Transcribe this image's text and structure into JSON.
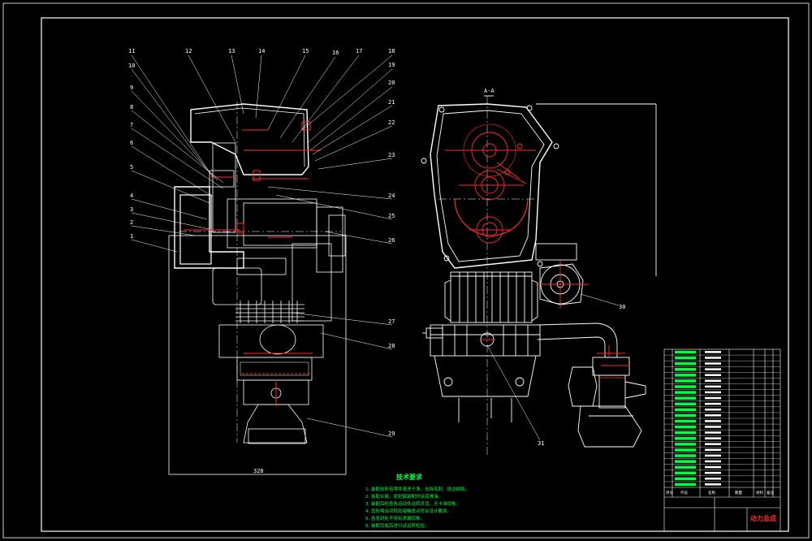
{
  "drawing": {
    "section_label": "A-A",
    "left_view_labels": [
      "11",
      "12",
      "13",
      "14",
      "15",
      "16",
      "17",
      "18",
      "19",
      "20",
      "21",
      "22",
      "23",
      "24",
      "25",
      "26",
      "27",
      "28",
      "29",
      "10",
      "9",
      "8",
      "7",
      "6",
      "5",
      "4",
      "3",
      "2",
      "1"
    ],
    "right_view_labels": [
      "30",
      "31"
    ],
    "dimension_bottom": "328"
  },
  "technical_requirements": {
    "title": "技术要求",
    "lines": [
      "1. 装配前所有零件清洗干净，去除毛刺、锐边倒钝。",
      "2. 各配合面、密封面装配时涂润滑油。",
      "3. 装配后检查各运动件运转灵活，无卡滞现象。",
      "4. 齿轮啮合间隙及接触斑点符合设计要求。",
      "5. 各密封处不得有渗漏现象。",
      "6. 装配完成后进行试运转检验。"
    ]
  },
  "title_block": {
    "drawing_name": "动力总成",
    "header_cols": [
      "序号",
      "代号",
      "名称",
      "数量",
      "材料",
      "备注"
    ],
    "rows": 24
  },
  "colors": {
    "background": "#000000",
    "lines": "#ffffff",
    "accent_red": "#ff2a2a",
    "text_green": "#00ff44"
  }
}
